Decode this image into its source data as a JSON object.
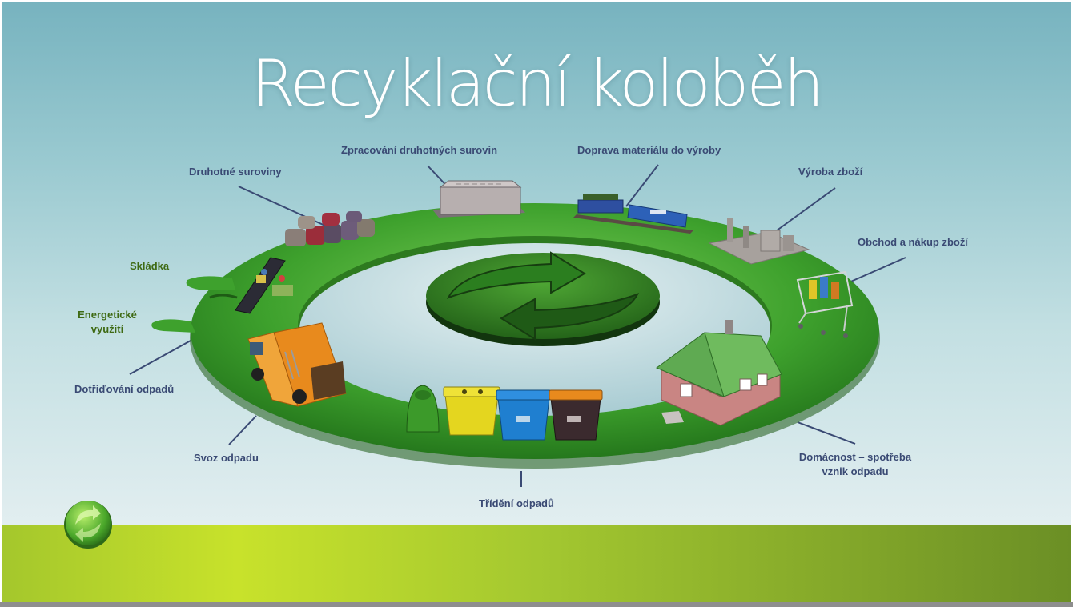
{
  "title": "Recyklační koloběh",
  "labels": {
    "druhotne_suroviny": "Druhotné suroviny",
    "zpracovani": "Zpracování druhotných surovin",
    "doprava": "Doprava materiálu do výroby",
    "vyroba": "Výroba zboží",
    "obchod": "Obchod a nákup zboží",
    "skladka": "Skládka",
    "energeticke_1": "Energetické",
    "energeticke_2": "využití",
    "dotridovani": "Dotřiďování odpadů",
    "svoz": "Svoz odpadu",
    "trideni": "Třídění odpadů",
    "domacnost_1": "Domácnost – spotřeba",
    "domacnost_2": "vznik odpadu"
  },
  "colors": {
    "label_blue": "#3a4a74",
    "label_green": "#3f6a14",
    "ring_green": "#3ea12d",
    "bin_yellow": "#e4d61f",
    "bin_blue": "#1f7fd0",
    "bin_brown": "#3b2a2e",
    "truck_orange": "#e88a1d"
  },
  "icons": [
    "recycle-arrows-icon",
    "green-dot-logo-icon"
  ]
}
